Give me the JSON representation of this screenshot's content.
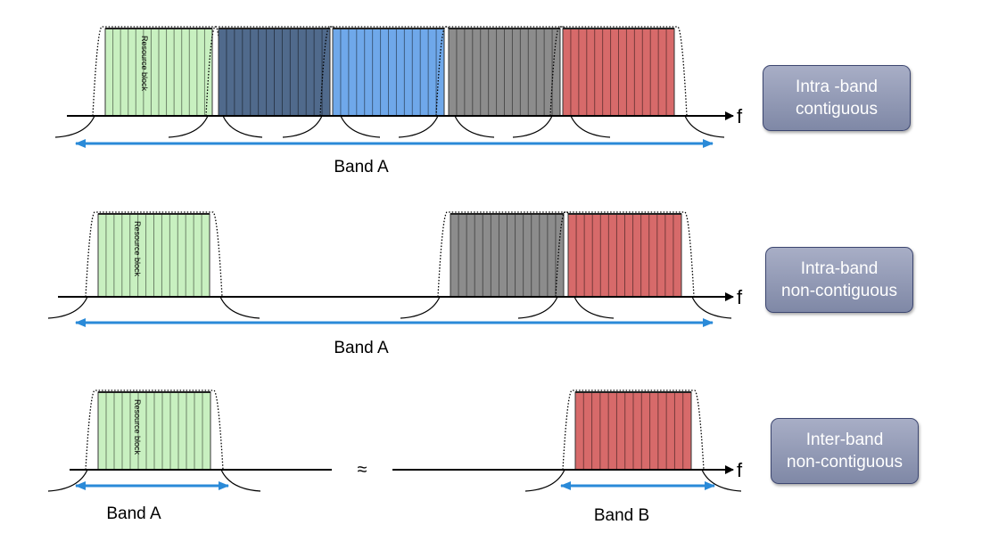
{
  "rows": [
    {
      "label_line1": "Intra -band",
      "label_line2": "contiguous",
      "band_labels": [
        "Band A"
      ],
      "blocks": [
        "green",
        "navy",
        "blue",
        "gray",
        "red"
      ]
    },
    {
      "label_line1": "Intra-band",
      "label_line2": "non-contiguous",
      "band_labels": [
        "Band A"
      ],
      "blocks": [
        "green",
        "gray",
        "red"
      ]
    },
    {
      "label_line1": "Inter-band",
      "label_line2": "non-contiguous",
      "band_labels": [
        "Band A",
        "Band B"
      ],
      "blocks": [
        "green",
        "red"
      ]
    }
  ],
  "resource_block_label": "Resource block",
  "axis_symbol": "f",
  "gap_symbol": "≈",
  "colors": {
    "green": "#c8f0c0",
    "navy": "#506a8c",
    "blue": "#6fa8ea",
    "gray": "#8c8c8c",
    "red": "#d76a6a",
    "arrow": "#2a8ad8"
  }
}
